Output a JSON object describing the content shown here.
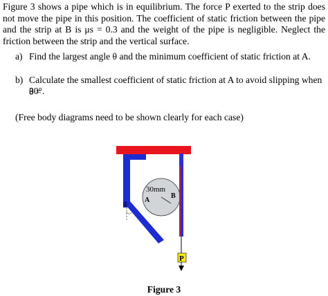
{
  "problem": {
    "intro": "Figure 3 shows a pipe which is in equilibrium.  The force P exerted to the strip does not move the pipe in this position. The coefficient of static friction between the pipe and the strip at B is μs = 0.3 and the weight of the pipe is negligible. Neglect the friction between the strip and the vertical surface.",
    "part_a_label": "a)",
    "part_a_text": "Find the largest angle θ and the minimum coefficient of static friction at A.",
    "part_b_label": "b)",
    "part_b_text_line1": "Calculate the smallest coefficient of static friction at A to avoid slipping when θ =",
    "part_b_text_line2": "30°.",
    "note": "(Free body diagrams need to be shown clearly for each case)"
  },
  "figure": {
    "pipe_label": "30mm",
    "point_a": "A",
    "point_b": "B",
    "angle_symbol": "θ",
    "force_label": "P",
    "caption": "Figure 3",
    "colors": {
      "support_red": "#e8141e",
      "arm_blue": "#1d2bd1",
      "pipe_fill": "#d2d5d8",
      "strip_blue": "#2e2fd6",
      "strip_red": "#c41d1d",
      "force_box": "#f3ea17"
    }
  }
}
